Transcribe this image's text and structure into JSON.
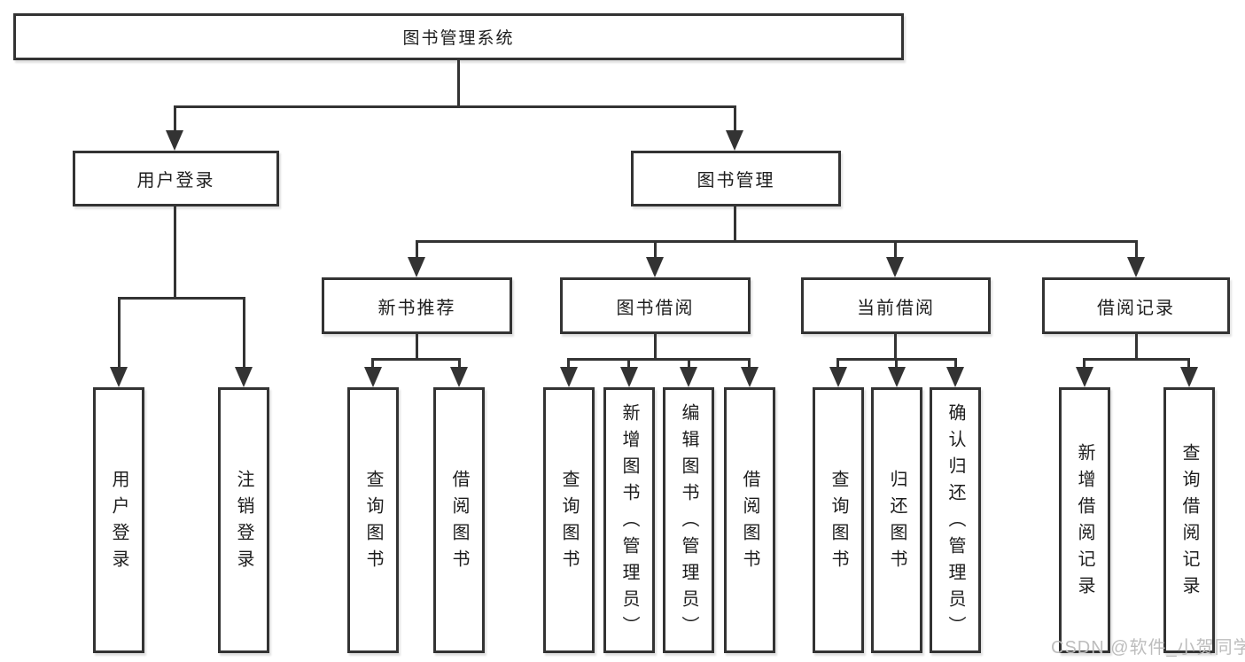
{
  "title": "图书管理系统",
  "watermark": "CSDN @软件_小贺同学",
  "colors": {
    "line": "#333333",
    "text": "#1d1d1d",
    "watermark": "#bdbdbd",
    "background": "#ffffff"
  },
  "tree": {
    "root": {
      "label": "图书管理系统"
    },
    "branches": [
      {
        "label": "用户登录",
        "children": [
          {
            "label": "用户登录"
          },
          {
            "label": "注销登录"
          }
        ]
      },
      {
        "label": "图书管理",
        "children": [
          {
            "label": "新书推荐",
            "children": [
              {
                "label": "查询图书"
              },
              {
                "label": "借阅图书"
              }
            ]
          },
          {
            "label": "图书借阅",
            "children": [
              {
                "label": "查询图书"
              },
              {
                "label": "新增图书（管理员）"
              },
              {
                "label": "编辑图书（管理员）"
              },
              {
                "label": "借阅图书"
              }
            ]
          },
          {
            "label": "当前借阅",
            "children": [
              {
                "label": "查询图书"
              },
              {
                "label": "归还图书"
              },
              {
                "label": "确认归还（管理员）"
              }
            ]
          },
          {
            "label": "借阅记录",
            "children": [
              {
                "label": "新增借阅记录"
              },
              {
                "label": "查询借阅记录"
              }
            ]
          }
        ]
      }
    ]
  }
}
